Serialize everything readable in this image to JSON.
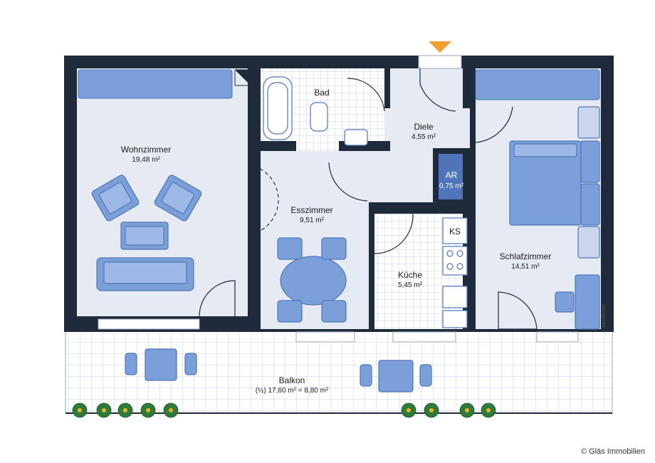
{
  "rooms": {
    "wohnzimmer": {
      "name": "Wohnzimmer",
      "area": "19,48 m²"
    },
    "bad": {
      "name": "Bad"
    },
    "diele": {
      "name": "Diele",
      "area": "4,55 m²"
    },
    "ar": {
      "name": "AR",
      "area": "0,75 m²"
    },
    "esszimmer": {
      "name": "Esszimmer",
      "area": "9,51 m²"
    },
    "kueche": {
      "name": "Küche",
      "area": "5,45 m²"
    },
    "ks": {
      "name": "KS"
    },
    "schlafzimmer": {
      "name": "Schlafzimmer",
      "area": "14,51 m²"
    },
    "balkon": {
      "name": "Balkon",
      "area": "(½) 17,60 m² = 8,80 m²"
    }
  },
  "brand": "sandflicker",
  "copyright": "© Gläs Immobilien",
  "colors": {
    "wall": "#1f2a3a",
    "floor": "#e6ebf3",
    "furniture": "#7b9fd8",
    "furniture_dark": "#4f74b8",
    "tile": "#cdd6e6",
    "entrance": "#f0a030"
  }
}
